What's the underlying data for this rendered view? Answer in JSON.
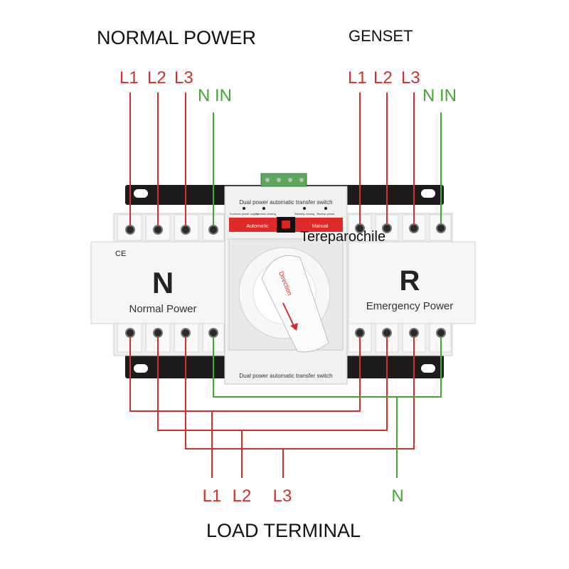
{
  "headings": {
    "normal_power": "NORMAL POWER",
    "genset": "GENSET",
    "load_terminal": "LOAD TERMINAL"
  },
  "normal_power_inputs": [
    "L1",
    "L2",
    "L3",
    "N IN"
  ],
  "genset_inputs": [
    "L1",
    "L2",
    "L3",
    "N IN"
  ],
  "load_outputs": [
    "L1",
    "L2",
    "L3",
    "N"
  ],
  "switch_module": {
    "top_label": "Dual power automatic transfer switch",
    "indicators": [
      "Common power supply",
      "Common closing",
      "Standby closing",
      "Backup power"
    ],
    "mode_automatic": "Automatic",
    "mode_manual": "Manual",
    "handle_text": "Direction",
    "bottom_label": "Dual power automatic transfer switch"
  },
  "watermark": "Tereparochile",
  "left_breaker": {
    "ce_mark": "CE",
    "letter": "N",
    "caption": "Normal Power"
  },
  "right_breaker": {
    "letter": "R",
    "caption": "Emergency Power"
  },
  "colors": {
    "phase_wire": "#d32f2f",
    "neutral_wire": "#43a832",
    "phase_label": "#d32f2f",
    "neutral_label": "#43a832",
    "heading": "#111111",
    "mode_bar": "#e02a2a"
  }
}
